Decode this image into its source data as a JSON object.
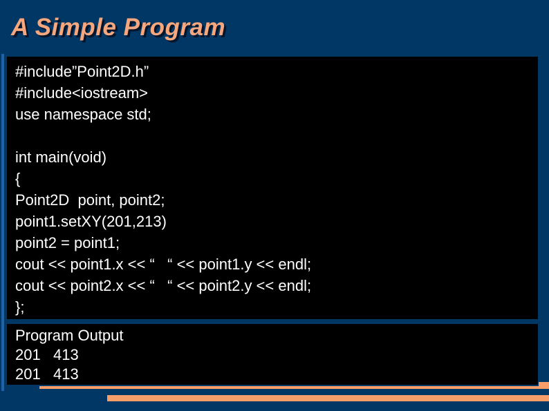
{
  "slide": {
    "title": "A Simple Program",
    "code": {
      "lines": [
        "#include”Point2D.h”",
        "#include<iostream>",
        "use namespace std;",
        "",
        "int main(void)",
        "{",
        "Point2D  point, point2;",
        "point1.setXY(201,213)",
        "point2 = point1;",
        "cout << point1.x << “   “ << point1.y << endl;",
        "cout << point2.x << “   “ << point2.y << endl;",
        "};"
      ]
    },
    "output": {
      "lines": [
        "Program Output",
        "201   413",
        "201   413"
      ]
    }
  },
  "colors": {
    "background": "#003765",
    "panel": "#000000",
    "text": "#FFFFFF",
    "title": "#F6A77D",
    "accent_bar": "#F79E6A",
    "accent_line": "#1E62A8"
  }
}
